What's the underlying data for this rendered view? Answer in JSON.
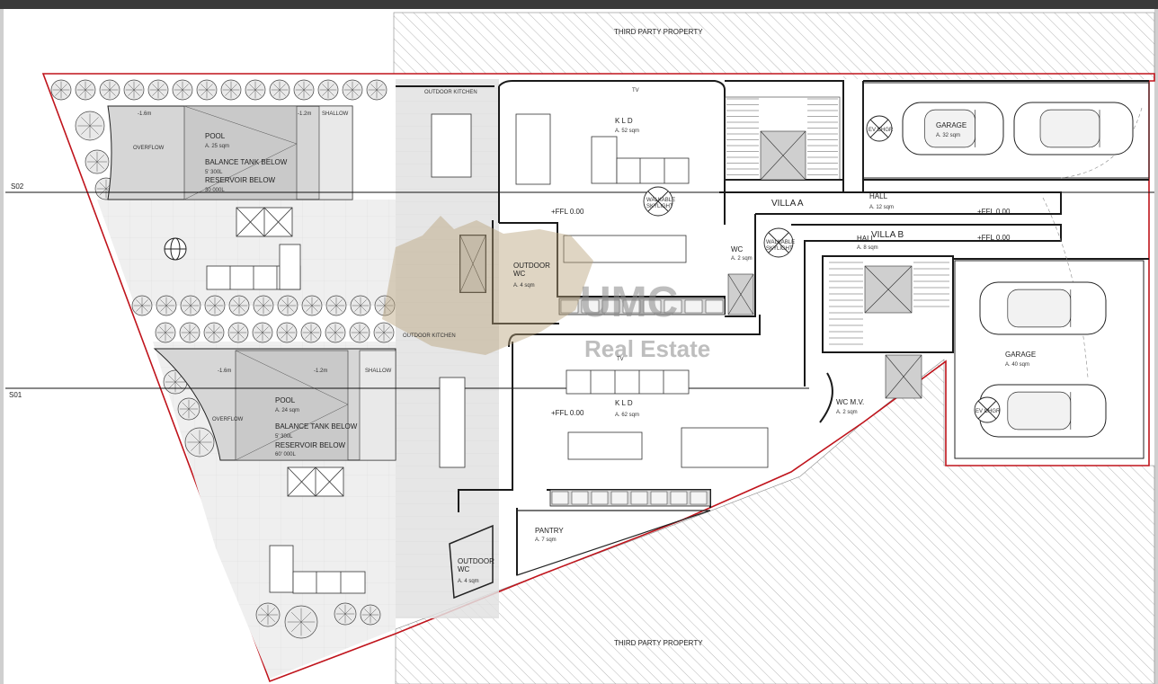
{
  "colors": {
    "topbar": "#3a3a3a",
    "boundary": "#c0141c",
    "wall": "#1a1a1a",
    "hatch": "#9a9a9a",
    "pool": "#d8d8d8",
    "terrace": "#ededed",
    "watermark": "#b8a27a"
  },
  "property": {
    "third_party_top": "THIRD PARTY PROPERTY",
    "third_party_bottom": "THIRD PARTY PROPERTY"
  },
  "sections": {
    "s02": "S02",
    "s01": "S01"
  },
  "villa_a": {
    "name": "VILLA A",
    "outdoor_kitchen": "OUTDOOR KITCHEN",
    "pool": "POOL",
    "pool_area": "A. 25 sqm",
    "balance_tank": "BALANCE TANK BELOW",
    "balance_tank_cap": "5' 300L",
    "reservoir": "RESERVOIR BELOW",
    "reservoir_cap": "30 000L",
    "overflow": "OVERFLOW",
    "depth_deep": "-1.6m",
    "depth_mid": "-1.2m",
    "shallow": "SHALLOW",
    "tv": "TV",
    "kld": "K L D",
    "kld_area": "A. 52 sqm",
    "ffl": "+FFL 0.00",
    "skylight": "WALKABLE SKYLIGHT",
    "outdoor_wc": "OUTDOOR WC",
    "outdoor_wc_area": "A. 4 sqm",
    "wc": "WC",
    "wc_area": "A. 2 sqm",
    "hall": "HALL",
    "hall_area": "A. 12 sqm",
    "hall_ffl": "+FFL 0.00",
    "garage": "GARAGE",
    "garage_area": "A. 32 sqm",
    "ev_charger": "EV CHGR"
  },
  "villa_b": {
    "name": "VILLA B",
    "outdoor_kitchen": "OUTDOOR KITCHEN",
    "pool": "POOL",
    "pool_area": "A. 24 sqm",
    "balance_tank": "BALANCE TANK BELOW",
    "balance_tank_cap": "5' 300L",
    "reservoir": "RESERVOIR BELOW",
    "reservoir_cap": "60' 000L",
    "overflow": "OVERFLOW",
    "depth_deep": "-1.6m",
    "depth_mid": "-1.2m",
    "shallow": "SHALLOW",
    "tv": "TV",
    "kld": "K L D",
    "kld_area": "A. 62 sqm",
    "ffl": "+FFL 0.00",
    "skylight": "WALKABLE SKYLIGHT",
    "hall": "HALL",
    "hall_area": "A. 8 sqm",
    "hall_ffl": "+FFL 0.00",
    "wc_mv": "WC M.V.",
    "wc_mv_area": "A. 2 sqm",
    "garage": "GARAGE",
    "garage_area": "A. 40 sqm",
    "ev_charger": "EV CHGR",
    "pantry": "PANTRY",
    "pantry_area": "A. 7 sqm",
    "outdoor_wc": "OUTDOOR WC",
    "outdoor_wc_area": "A. 4 sqm"
  },
  "watermark": {
    "brand": "UMC",
    "sub": "Real Estate"
  }
}
